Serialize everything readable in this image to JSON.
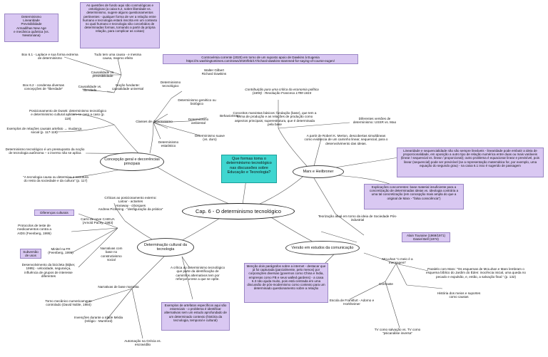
{
  "central_topic": "Cap. 6 - O determinismo tecnológico",
  "question": "Que formas toma o determinismo tecnológico nas discussões sobre Educação e Tecnologia?",
  "branches": {
    "concepcao": "Concepção geral e decorrências principais",
    "marx": "Marx e Heilbroner",
    "determinacao": "Determinação cultural da tecnologia",
    "versao": "Versão em estudos da comunicação"
  },
  "notes": {
    "determinismo_list": "Determinismo\nLinearidade\nPrevisibilidade\nArmadilhas New Age\ne mecânica quântica (vs. Newtoniana)",
    "questoes_fundo": "As questões de fundo aqui são cosmológicas e ontológicas (a caixa 6.2, sobre liberdade vs. determinismo, sugere alguns questionamentos pertinentes - qualquer forma de ver a relação entre humano e tecnologia estará inscrita em um contexto no qual humano e tecnologia são concebidos de determinadas formas, tornando a partir da própria relação, para complicar as coisas)",
    "box61": "Box 6.1 - Laplace e sua forma extrema de determinismo",
    "tudo_causa": "Tudo tem uma causa - e mesma causa, mesmo efeito",
    "causalidade_prev": "Causalidade vs. previsibilidade",
    "box62": "Box 6.2 - condensa diversas concepções de \"liberdade\"",
    "causalidade_lib": "Causalidade vs. liberdade",
    "nocao_fundante": "Noção fundante: causalidade universal",
    "controversia": "Controvérsia corrente (2020) em torno de um suposto apoio de Dawkins à Eugenia https://m.washingtontimes.com/news/2020/feb/17/richard-dawkins-stammed-for-saying-of-course-eugen/",
    "walter": "Walter Gilbert\nRichard Dawkins",
    "det_tecnologico": "Determinismo tecnológico",
    "det_genetico": "Determinismo genético ou biológico",
    "classes_det": "Classes de determinismo",
    "det_ambiental": "Determinismo ambiental",
    "behaviorismo": "Behaviorismo",
    "det_suave": "Determinismo suave (vs. duro)",
    "det_estatistico": "Determinismo estatístico",
    "dusek": "Posicionamento de Dusek: determinismo tecnológico e determinismo cultural aplicam-se caso a caso (p. 118)",
    "exemplos_rel": "Exemplos de relações causais artefato → mudança social (p. 117-119)",
    "det_pressuposto": "Determinismo tecnológico é um pressuposto da noção de tecnologia autônoma – o inverso não se aplica",
    "tecnologia_causa": "\"A tecnologia causa ou determina a estrutura do resto da sociedade e da cultura\" (p. 117)",
    "contribuicao": "Contribuição para uma crítica da economia política (1859) - Revolução Francesa 1789-1815",
    "conceitos_marx": "Conceitos marxistas básicos: fundação (base), que tem a forma de produção e as relações de produção como aspectos principais; superestrutura, que é determinada pela base",
    "diferentes_versoes": "Diferentes versões de determinismo: USSR vs. Mao",
    "merton": "A partir de Robert K. Merton, descobertas simultâneas como evidência de um caminho linear, sequencial, para o desenvolvimento das ideias.",
    "linearidade_box": "Linearidade e sequencialidade não são sempre lineáveis - linearidade pode embutir a ideia de proporcionalidade, em oposição a outro tipo de relação numérica entre duas ou mais variáveis (linear / sequencial vs. linear / proporcional); outro problema é equacionar linear e previsível, pois linear (sequencial) pode ser previsível (se a representação matemática for, por exemplo, uma equação do segundo grau) - na caixa 6.1 isso é sugerido de passagem",
    "explicacoes_box": "Explicações concorrentes: base material insuficiente para a concretização de determinadas ideias vs. ideologia contrária a uma tal concretização (em concepção mais ampla do que a original de Marx - \"falsa consciência\")",
    "teorizacao": "Teorização atual em torno da ideia de Sociedade Pós-industrial",
    "touraine": "Alain Touraine (1969/1971)\nDaniel Bell (1974)",
    "criticas": "Críticas ao posicionamento externo:\nLatour - actantes\nHaraway - ciborgues\nAndrew Pickering - \"desfiguração da prática\"",
    "diferencas_culturais": "Diferenças culturais",
    "carro_neve": "Carro de neve CAIEUA\n(Arnold Pacey, 1983)",
    "protocolos": "Protocolos de teste de medicamentos contra a AIDS (Feenberg, 1995)",
    "subversao": "Subversão de usos",
    "minitel": "Minitel na FR (Feenberg, 1995)",
    "narrativas_construtivismo": "Narrativas com base no construtivismo social",
    "bicicleta": "Desenvolvimento da bicicleta (Bijker, 1995) - velocidade, segurança, influência de grupos de interesse diferentes",
    "narrativas_marxista": "Narrativas de base marxista",
    "torno_mecanico": "Torno mecânico numericamente controlado (David Noble, 1984)",
    "invencoes": "Invenções durante a Idade Média (relógio - Mumford)",
    "automacao": "Automação na Grécia vs. escravidão",
    "critica_det_cultural": "A crítica ao determinismo tecnológico que parte da identificação de caminhos alternativos tem por reforçar a tese a que se opõe.",
    "exemplos_box": "Exemplos de artefatos específicos aqui são essenciais - o problema é identificar alternativas sem um estudo aprofundado de um determinado contexto (história da tecnologia, temporal e cultural)",
    "mencao_box": "Menção dois parágrafos sobre a internet - destacar que já foi capturada (parcialmente, pelo menos) por corporações diversas (governos como China e Índia, empresas como FB e seus walled gardens) - a caixa 6.3 não ajuda muito, pois está centrada em uma discussão de pós-modernismo como contexto para um determinado questionamento sobre a relação",
    "mcluhan": "McLuhan \"o meio é a mensagem\"",
    "paralelo": "Paralelo com Marx: \"Os esquemas de McLuhan e Marx lembram o esquema bíblico do Jardim do Éden: inocência inicial, uma queda no pecado e expulsão, e, então, a salvação final.\" (p. 132)",
    "contraste": "Contraste",
    "historia_meios": "História dos meios e suportes como causas",
    "frankfurt": "Escola de Frankfurt - Adorno e Horkheimer",
    "tv_comoSalvacao": "TV como salvação vs. TV como \"psicanálise inversa\""
  }
}
